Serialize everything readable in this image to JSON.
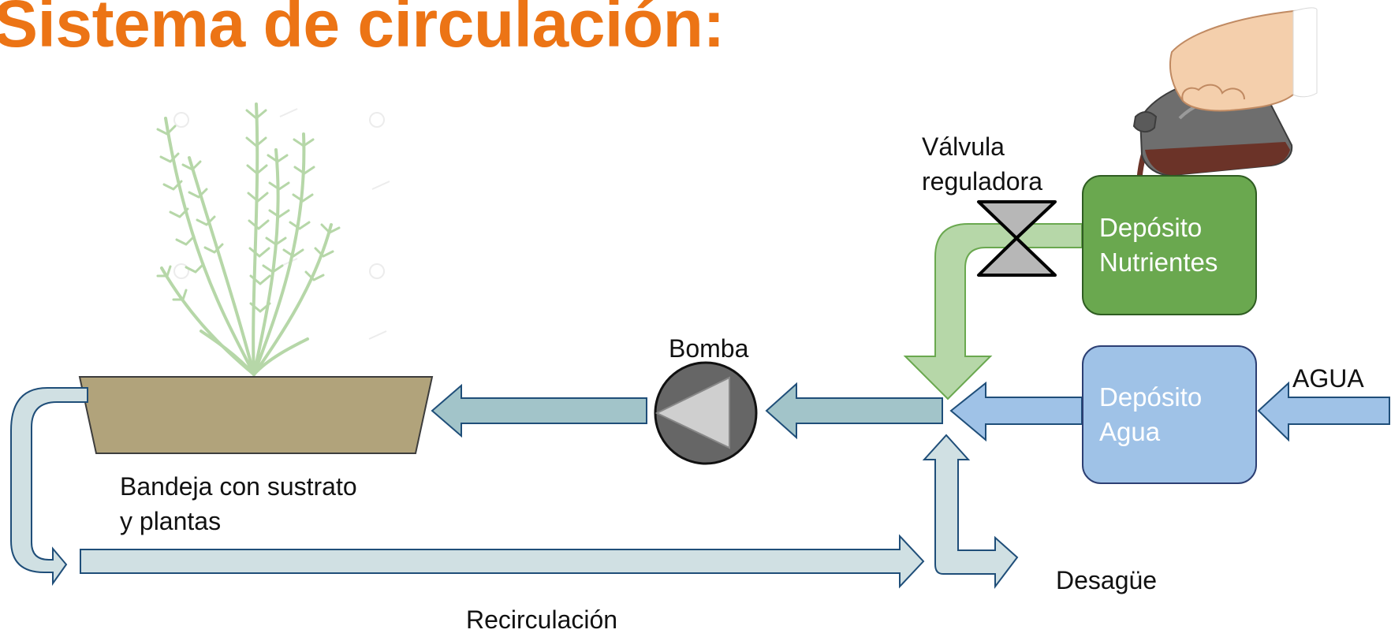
{
  "title": "Sistema de circulación:",
  "labels": {
    "valvula_line1": "Válvula",
    "valvula_line2": "reguladora",
    "bomba": "Bomba",
    "agua": "AGUA",
    "bandeja_line1": "Bandeja con sustrato",
    "bandeja_line2": "y plantas",
    "desague": "Desagüe",
    "recirculacion": "Recirculación"
  },
  "boxes": {
    "deposito_nutrientes": {
      "line1": "Depósito",
      "line2": "Nutrientes"
    },
    "deposito_agua": {
      "line1": "Depósito",
      "line2": "Agua"
    }
  },
  "colors": {
    "title": "#ec7415",
    "nutrient_box": "#6aa84f",
    "water_box": "#9fc2e7",
    "nutrient_pipe": "#b6d7a8",
    "water_arrow": "#9fc2e7",
    "feed_arrow": "#a2c4c9",
    "recirculation_pipe": "#d0e0e3",
    "tray": "#b1a37b",
    "pump": "#666666",
    "valve": "#b7b7b7"
  },
  "icons": [
    "plant-icon",
    "hand-pouring-icon",
    "pump-icon",
    "valve-icon"
  ]
}
